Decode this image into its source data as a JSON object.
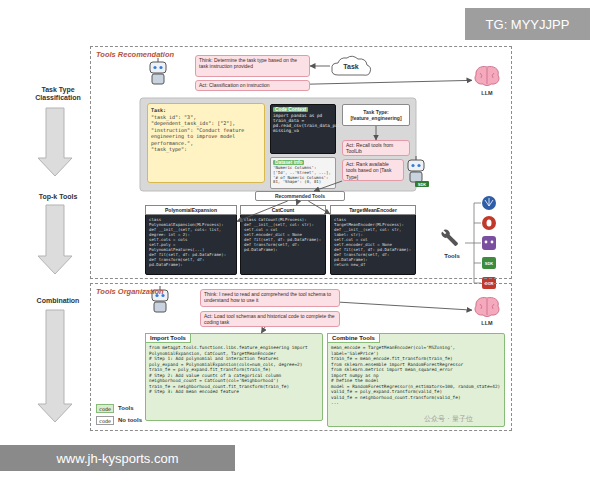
{
  "diagram": {
    "nodes": [
      {
        "text": [
          "Tools Recomendation"
        ]
      },
      {
        "text": [
          "Think: Determine the task type based on the task instruction provided"
        ],
        "in": 0
      },
      {
        "text": [
          "Act: Classification on instruction"
        ],
        "in": 0
      },
      {
        "text": [
          "Task"
        ],
        "in": 0
      },
      {
        "text": [
          "LLM"
        ],
        "in": 0
      },
      {
        "text": [
          "Task:",
          "\"task_id\": \"3\",",
          "\"dependent_task_ids\": [\"2\"],",
          "\"instruction\": \"Conduct feature engineering to improve model performance.\",",
          "\"task_type\":"
        ],
        "in": 0
      },
      {
        "text": [
          "Code Context",
          "import pandas as pd",
          "train_data =",
          "pd.read_csv(train_data_path)",
          "missing_va"
        ],
        "in": 0
      },
      {
        "text": [
          "Dataset info",
          "'Numeric Columns': ['Id', ..'Street', ...], '# of Numeric Columns': 81, 'Shape': (0, 81)"
        ],
        "in": 0
      },
      {
        "text": [
          "Task Type:",
          "[feature_engineering]"
        ],
        "in": 0
      },
      {
        "text": [
          "Act: Recall tools from ToolLib"
        ],
        "in": 0
      },
      {
        "text": [
          "Act: Rank available tools based on [Task Type]"
        ],
        "in": 0
      },
      {
        "text": [
          "Recommended Tools"
        ],
        "in": 0
      },
      {
        "text": [
          "PolynomialExpansion",
          "class PolynomialExpansion(MLProcess):",
          "def __init__(self, cols: list, degree: int = 2):",
          "self.cols = cols",
          "self.poly = PolynomialFeatures(...)",
          "def fit(self, df: pd.DataFrame):",
          "def transform(self, df: pd.DataFrame):"
        ],
        "in": 0
      },
      {
        "text": [
          "CatCount",
          "class CatCount(MLProcess):",
          "def __init__(self, col: str):",
          "self.col = col",
          "self.encoder_dict = None",
          "def fit(self, df: pd.DataFrame):",
          "def transform(self, df: pd.DataFrame):"
        ],
        "in": 0
      },
      {
        "text": [
          "TargetMeanEncoder",
          "class TargetMeanEncoder(MLProcess):",
          "def __init__(self, col: str, label: str):",
          "self.col = col",
          "self.encoder_dict = None",
          "def fit(self, df: pd.DataFrame):",
          "def transform(self, df: pd.DataFrame):",
          "return new_df"
        ],
        "in": 0
      },
      {
        "text": [
          "Tools Organization"
        ]
      },
      {
        "text": [
          "Think: I need to read and comprehend the tool schema to understand how to use it"
        ],
        "in": 15
      },
      {
        "text": [
          "Act: Load tool schemas and historical code to complete the coding task"
        ],
        "in": 15
      },
      {
        "text": [
          "LLM"
        ],
        "in": 15
      },
      {
        "text": [
          "Import Tools",
          "from metagpt.tools.functions.libs.feature_engineering import PolynomialExpansion, CatCount, TargetMeanEncoder",
          "# Step 1: Add polynomial and interaction features",
          "poly_expand = PolynomialExpansion(cols=num_cols, degree=2)",
          "train_fe = poly_expand.fit_transform(train_fe)",
          "# Step 2: Add value counts of a categorical column",
          "neighborhood_count = CatCount(col='Neighborhood')",
          "train_fe = neighborhood_count.fit_transform(train_fe)",
          "# Step 3: Add mean encoded feature"
        ],
        "in": 15
      },
      {
        "text": [
          "Combine Tools",
          "mean_encode = TargetMeanEncoder(col='MSZoning', label='SalePrice')",
          "train_fe = mean_encode.fit_transform(train_fe)",
          "from sklearn.ensemble import RandomForestRegressor",
          "from sklearn.metrics import mean_squared_error",
          "import numpy as np",
          "# Define the model",
          "model = RandomForestRegressor(n_estimators=100, random_state=42)",
          "valid_fe = poly_expand.transform(valid_fe)",
          "valid_fe = neighborhood_count.transform(valid_fe)",
          "..."
        ],
        "in": 15
      }
    ],
    "edges": [
      {
        "from": 3,
        "to": 1,
        "arrow": "to"
      },
      {
        "from": 2,
        "to": 4,
        "arrow": "to"
      },
      {
        "from": 8,
        "to": 9,
        "arrow": "to"
      },
      {
        "from": 10,
        "to": 11,
        "arrow": "to"
      },
      {
        "from": 11,
        "to": 12,
        "arrow": "to"
      },
      {
        "from": 11,
        "to": 13,
        "arrow": "to"
      },
      {
        "from": 11,
        "to": 14,
        "arrow": "to"
      },
      {
        "from": 16,
        "to": 18,
        "arrow": "to"
      },
      {
        "from": 17,
        "to": 19,
        "arrow": "to"
      }
    ],
    "labels": [
      "Task Type Classification",
      "Top-k Tools",
      "Combination",
      "Tools",
      "SDK",
      "SDK",
      "OCR",
      "code",
      "code",
      "TG: MYYJJPP",
      "www.jh-kysports.com",
      "公众号 · 量子位"
    ],
    "legend": [
      {
        "text": "Tools",
        "color": "#d9ecd0"
      },
      {
        "text": "No tools",
        "color": "#ffffff"
      }
    ]
  }
}
